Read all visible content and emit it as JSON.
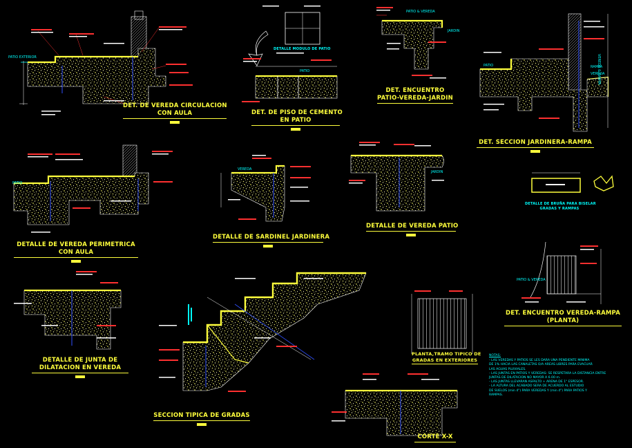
{
  "colors": {
    "background": "#000000",
    "concrete": "#ffff3c",
    "annotation": "#ff3030",
    "dimension": "#ffffff",
    "label": "#00ffff",
    "rebar": "#3050ff",
    "fill": "#c8c860"
  },
  "titles": {
    "t1_line1": "DET. DE VEREDA CIRCULACION",
    "t1_line2": "CON AULA",
    "t2_line1": "DET. DE PISO DE CEMENTO",
    "t2_line2": "EN PATIO",
    "t3_line1": "DET. ENCUENTRO",
    "t3_line2": "PATIO-VEREDA-JARDIN",
    "t4": "DET. SECCION JARDINERA-RAMPA",
    "t5_line1": "DETALLE DE VEREDA PERIMETRICA",
    "t5_line2": "CON AULA",
    "t6": "DETALLE DE SARDINEL JARDINERA",
    "t7": "DETALLE DE VEREDA PATIO",
    "t8_line1": "DETALLE DE JUNTA DE",
    "t8_line2": "DILATACION EN VEREDA",
    "t9": "SECCION TIPICA DE GRADAS",
    "t10_line1": "PLANTA,TRAMO TIPICO DE",
    "t10_line2": "GRADAS EN EXTERIORES",
    "t11_line1": "DET. ENCUENTRO VEREDA-RAMPA",
    "t11_line2": "(PLANTA)",
    "t12": "CORTE X-X",
    "t13_line1": "DETALLE DE BRUÑA PARA BISELAR",
    "t13_line2": "GRADAS Y RAMPAS",
    "t14": "DETALLE MODULO DE PATIO"
  },
  "labels": {
    "patio_vereda": "PATIO & VEREDA",
    "jardin": "JARDIN",
    "patio": "PATIO",
    "vereda": "VEREDA",
    "vereda_rampa": "VEREDA & RAMPA",
    "rampa": "RAMPA",
    "patio_exterior": "PATIO EXTERIOR",
    "vereda2": "VEREDA",
    "patio2": "PATIO",
    "patio_vereda2": "PATIO & VEREDA",
    "jardin2": "JARDIN",
    "patio3": "PATIO"
  },
  "notes": {
    "title": "NOTAS:",
    "lines": [
      "- LAS VEREDAS Y PATIOS SE LES DARA UNA PENDIENTE MINIMA",
      "  DE 1% HACIA LAS CANALETAS O/A AREAS LIBRES PARA EVACUAR",
      "  LAS AGUAS PLUVIALES.",
      "- LAS JUNTAS EN PATIOS Y VEREDAS: SE RESPETARA LA DISTANCIA ENTRE",
      "  JUNTAS DE DILATACION NO MAYOR A 6.00 m.",
      "- LAS JUNTAS LLEVARAN ASFALTO + ARENA DE 1\" ESPESOR.",
      "- LA ALTURA DEL ACABADO SERA DE ACUERDO AL ESTUDIO",
      "  DE SUELOS (min 4\") PARA VEREDAS Y (min 4\") PARA PATIOS Y",
      "  RAMPAS."
    ]
  }
}
